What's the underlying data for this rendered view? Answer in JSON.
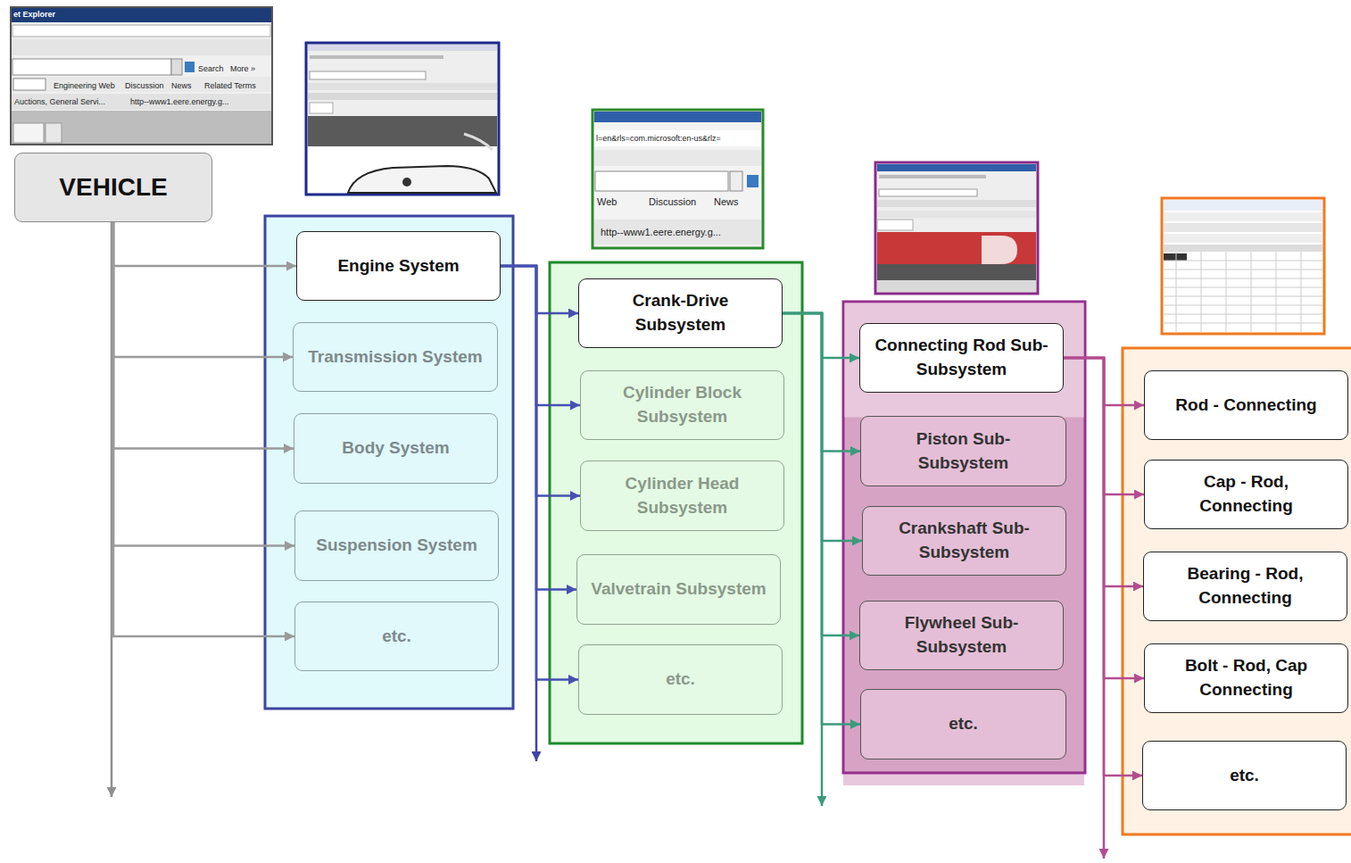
{
  "diagram": {
    "nodes": [
      {
        "text": [
          "VEHICLE"
        ]
      },
      {
        "text": [
          "Engine System"
        ]
      },
      {
        "text": [
          "Transmission System"
        ]
      },
      {
        "text": [
          "Body System"
        ]
      },
      {
        "text": [
          "Suspension System"
        ]
      },
      {
        "text": [
          "etc."
        ]
      },
      {
        "text": [
          "Crank-Drive Subsystem"
        ]
      },
      {
        "text": [
          "Cylinder Block Subsystem"
        ]
      },
      {
        "text": [
          "Cylinder Head Subsystem"
        ]
      },
      {
        "text": [
          "Valvetrain Subsystem"
        ]
      },
      {
        "text": [
          "etc."
        ]
      },
      {
        "text": [
          "Connecting Rod Sub-Subsystem"
        ]
      },
      {
        "text": [
          "Piston Sub-Subsystem"
        ]
      },
      {
        "text": [
          "Crankshaft Sub-Subsystem"
        ]
      },
      {
        "text": [
          "Flywheel Sub-Subsystem"
        ]
      },
      {
        "text": [
          "etc."
        ]
      },
      {
        "text": [
          "Rod - Connecting"
        ]
      },
      {
        "text": [
          "Cap - Rod, Connecting"
        ]
      },
      {
        "text": [
          "Bearing - Rod, Connecting"
        ]
      },
      {
        "text": [
          "Bolt - Rod, Cap Connecting"
        ]
      },
      {
        "text": [
          "etc."
        ]
      }
    ],
    "edges": [
      {
        "from": 0,
        "to": 1,
        "arrow": "to"
      },
      {
        "from": 0,
        "to": 2,
        "arrow": "to"
      },
      {
        "from": 0,
        "to": 3,
        "arrow": "to"
      },
      {
        "from": 0,
        "to": 4,
        "arrow": "to"
      },
      {
        "from": 0,
        "to": 5,
        "arrow": "to"
      },
      {
        "from": 1,
        "to": 6,
        "arrow": "to"
      },
      {
        "from": 1,
        "to": 7,
        "arrow": "to"
      },
      {
        "from": 1,
        "to": 8,
        "arrow": "to"
      },
      {
        "from": 1,
        "to": 9,
        "arrow": "to"
      },
      {
        "from": 1,
        "to": 10,
        "arrow": "to"
      },
      {
        "from": 6,
        "to": 11,
        "arrow": "to"
      },
      {
        "from": 6,
        "to": 12,
        "arrow": "to"
      },
      {
        "from": 6,
        "to": 13,
        "arrow": "to"
      },
      {
        "from": 6,
        "to": 14,
        "arrow": "to"
      },
      {
        "from": 6,
        "to": 15,
        "arrow": "to"
      },
      {
        "from": 11,
        "to": 16,
        "arrow": "to"
      },
      {
        "from": 11,
        "to": 17,
        "arrow": "to"
      },
      {
        "from": 11,
        "to": 18,
        "arrow": "to"
      },
      {
        "from": 11,
        "to": 19,
        "arrow": "to"
      },
      {
        "from": 11,
        "to": 20,
        "arrow": "to"
      }
    ],
    "labels": [
      "et Explorer",
      "Search",
      "More »",
      "Engineering Web",
      "Discussion",
      "News",
      "Related Terms",
      "Auctions, General Servi...",
      "http--www1.eere.energy.g...",
      "l=en&rls=com.microsoft:en-us&rlz=",
      "Web",
      "Discussion",
      "News",
      "http--www1.eere.energy.g..."
    ]
  }
}
